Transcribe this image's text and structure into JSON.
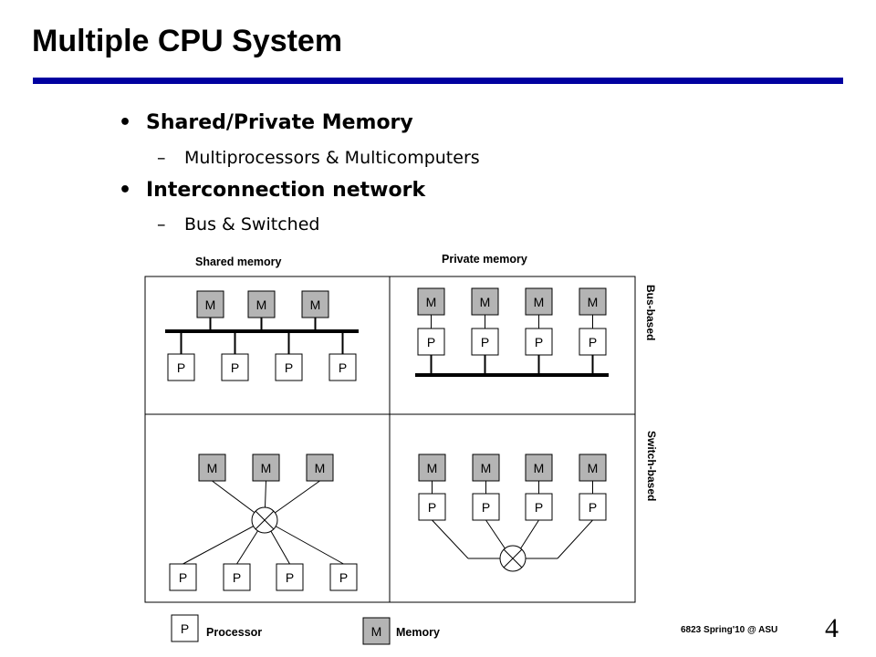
{
  "slide": {
    "title": "Multiple CPU System",
    "bullets": [
      {
        "text": "Shared/Private Memory",
        "sub": "Multiprocessors & Multicomputers"
      },
      {
        "text": "Interconnection network",
        "sub": "Bus & Switched"
      }
    ],
    "footer": "6823 Spring'10 @ ASU",
    "page_number": "4"
  },
  "diagram": {
    "column_labels": [
      "Shared memory",
      "Private memory"
    ],
    "row_labels": [
      "Bus-based",
      "Switch-based"
    ],
    "memory_label": "M",
    "processor_label": "P",
    "legend": {
      "processor": "Processor",
      "memory": "Memory"
    },
    "colors": {
      "memory_fill": "#b4b4b4",
      "processor_fill": "#ffffff",
      "line": "#000000",
      "title_rule": "#0000a0"
    }
  }
}
